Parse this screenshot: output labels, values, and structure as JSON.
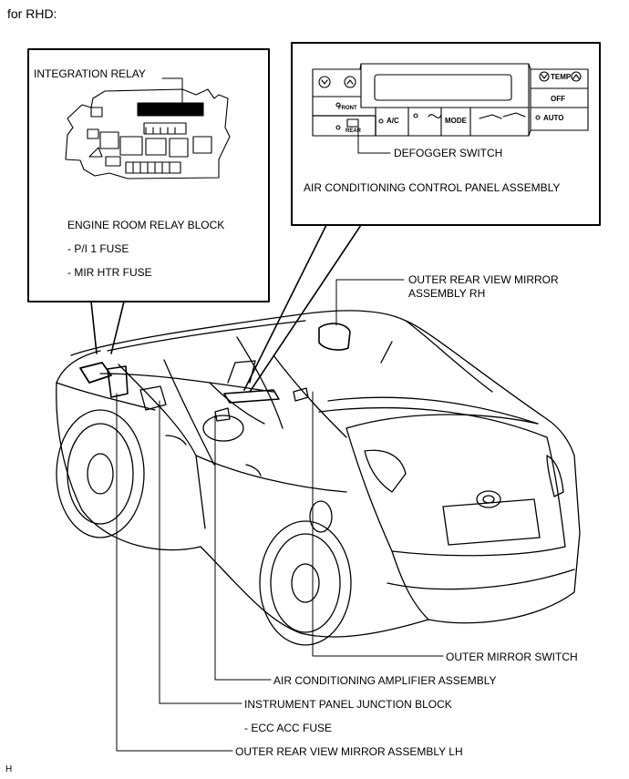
{
  "header": {
    "title": "for RHD:"
  },
  "callout_relay": {
    "integration_relay": "INTEGRATION RELAY",
    "block_name": "ENGINE ROOM RELAY BLOCK",
    "fuses": [
      "- P/I 1 FUSE",
      "- MIR HTR FUSE"
    ]
  },
  "callout_panel": {
    "defogger_switch": "DEFOGGER SWITCH",
    "panel_name": "AIR CONDITIONING CONTROL PANEL ASSEMBLY",
    "buttons": {
      "front": "FRONT",
      "rear": "REAR",
      "ac": "A/C",
      "mode": "MODE",
      "temp": "TEMP",
      "off": "OFF",
      "auto": "AUTO"
    }
  },
  "parts": {
    "mirror_rh": [
      "OUTER REAR VIEW MIRROR",
      "ASSEMBLY RH"
    ],
    "outer_mirror_switch": "OUTER MIRROR SWITCH",
    "ac_amplifier": "AIR CONDITIONING AMPLIFIER ASSEMBLY",
    "junction_block": "INSTRUMENT PANEL JUNCTION BLOCK",
    "junction_fuse": "- ECC ACC FUSE",
    "mirror_lh": "OUTER REAR VIEW MIRROR ASSEMBLY LH"
  },
  "footer": {
    "code": "H"
  }
}
